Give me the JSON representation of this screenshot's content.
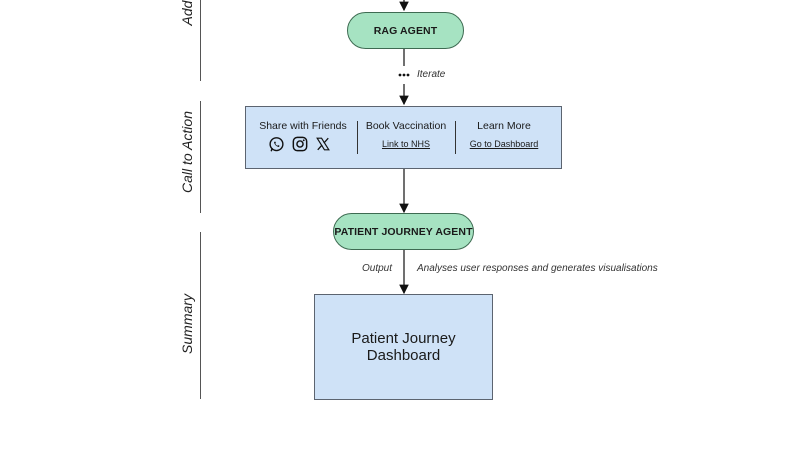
{
  "side_labels": {
    "top": "Add",
    "call_to_action": "Call to Action",
    "summary": "Summary"
  },
  "nodes": {
    "rag_agent": "RAG AGENT",
    "patient_journey_agent": "PATIENT JOURNEY AGENT",
    "dashboard_line1": "Patient Journey",
    "dashboard_line2": "Dashboard"
  },
  "edges": {
    "iterate": "Iterate",
    "output": "Output",
    "analyses": "Analyses user responses and generates visualisations"
  },
  "cta": {
    "share": {
      "title": "Share with Friends",
      "icons": [
        "whatsapp-icon",
        "instagram-icon",
        "x-icon"
      ]
    },
    "book": {
      "title": "Book Vaccination",
      "link": "Link to NHS"
    },
    "learn": {
      "title": "Learn More",
      "link": "Go to Dashboard"
    }
  },
  "colors": {
    "agent_fill": "#a6e3c2",
    "box_fill": "#cfe2f7"
  }
}
